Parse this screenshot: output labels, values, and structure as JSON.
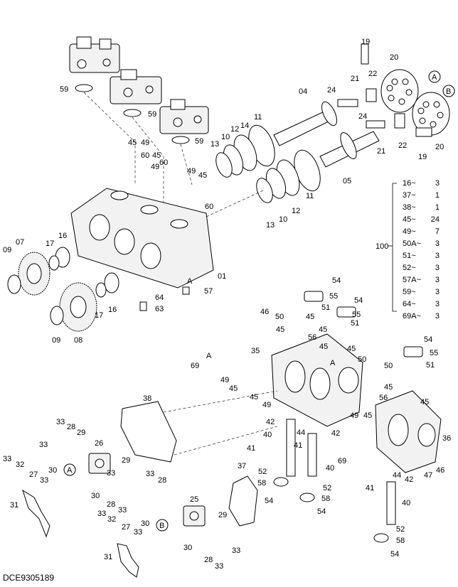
{
  "figure_code": "DCE9305189",
  "callouts": {
    "A": "A",
    "B": "B"
  },
  "kit": {
    "number": "100",
    "rows": [
      {
        "part": "16",
        "qty": "3"
      },
      {
        "part": "37",
        "qty": "1"
      },
      {
        "part": "38",
        "qty": "1"
      },
      {
        "part": "45",
        "qty": "24"
      },
      {
        "part": "49",
        "qty": "7"
      },
      {
        "part": "50A",
        "qty": "3"
      },
      {
        "part": "51",
        "qty": "3"
      },
      {
        "part": "52",
        "qty": "3"
      },
      {
        "part": "57A",
        "qty": "3"
      },
      {
        "part": "59",
        "qty": "3"
      },
      {
        "part": "64",
        "qty": "3"
      },
      {
        "part": "69A",
        "qty": "3"
      }
    ]
  },
  "labels": {
    "p19a": "19",
    "p20a": "20",
    "p22a": "22",
    "p21a": "21",
    "p24a": "24",
    "p04": "04",
    "p59a": "59",
    "p59b": "59",
    "p59c": "59",
    "p11a": "11",
    "p14": "14",
    "p12a": "12",
    "p10a": "10",
    "p13a": "13",
    "p24b": "24",
    "p21b": "21",
    "p22b": "22",
    "p19b": "19",
    "p20b": "20",
    "p45a": "45",
    "p49a": "49",
    "p60a": "60",
    "p45b": "45",
    "p49b": "49",
    "p60b": "60",
    "p49c": "49",
    "p45c": "45",
    "p60c": "60",
    "p12b": "12",
    "p11b": "11",
    "p05": "05",
    "p13b": "13",
    "p10b": "10",
    "p09a": "09",
    "p07": "07",
    "p16a": "16",
    "p17a": "17",
    "p01": "01",
    "p57": "57",
    "p64": "64",
    "p63": "63",
    "p16b": "16",
    "p17b": "17",
    "p09b": "09",
    "p08": "08",
    "p54a": "54",
    "p55a": "55",
    "p54b": "54",
    "p51a": "51",
    "p55b": "55",
    "p46a": "46",
    "p50a": "50",
    "p45d": "45",
    "p56a": "56",
    "p45e": "45",
    "p51b": "51",
    "p45f": "45",
    "p45g": "45",
    "p35": "35",
    "p45h": "45",
    "p50b": "50",
    "p69a": "69",
    "p49d": "49",
    "p45i": "45",
    "p49e": "49",
    "p38": "38",
    "p54c": "54",
    "p55c": "55",
    "p51c": "51",
    "p50c": "50",
    "p45j": "45",
    "p56b": "56",
    "p45k": "45",
    "p36": "36",
    "p42a": "42",
    "p40a": "40",
    "p44a": "44",
    "p42b": "42",
    "p41a": "41",
    "p41b": "41",
    "p40b": "40",
    "p69b": "69",
    "p49f": "49",
    "p45l": "45",
    "p47": "47",
    "p46b": "46",
    "p44b": "44",
    "p42c": "42",
    "p52a": "52",
    "p58a": "58",
    "p54d": "54",
    "p52b": "52",
    "p58b": "58",
    "p54e": "54",
    "p41c": "41",
    "p40c": "40",
    "p52c": "52",
    "p58c": "58",
    "p54f": "54",
    "p37": "37",
    "p33a": "33",
    "p28a": "28",
    "p29a": "29",
    "p26": "26",
    "p33b": "33",
    "p30a": "30",
    "p33c": "33",
    "p32a": "32",
    "p27a": "27",
    "p33d": "33",
    "p31a": "31",
    "p29b": "29",
    "p33e": "33",
    "p30b": "30",
    "p28b": "28",
    "p33f": "33",
    "p33g": "33",
    "p28c": "28",
    "p25": "25",
    "p29c": "29",
    "p30c": "30",
    "p33h": "33",
    "p32b": "32",
    "p27b": "27",
    "p33i": "33",
    "p30d": "30",
    "p31b": "31",
    "p28d": "28",
    "p33j": "33",
    "p33k": "33",
    "pA57": "A",
    "pA69": "A",
    "pA69b": "A"
  }
}
